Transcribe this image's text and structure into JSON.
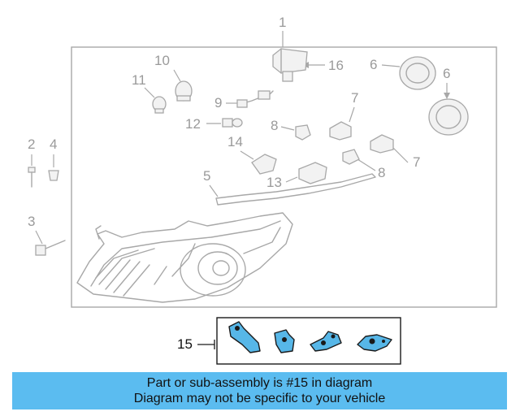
{
  "callouts": {
    "c1": "1",
    "c2": "2",
    "c3": "3",
    "c4": "4",
    "c5": "5",
    "c6a": "6",
    "c6b": "6",
    "c7a": "7",
    "c7b": "7",
    "c8a": "8",
    "c8b": "8",
    "c9": "9",
    "c10": "10",
    "c11": "11",
    "c12": "12",
    "c13": "13",
    "c14": "14",
    "c15": "15",
    "c16": "16"
  },
  "banner": {
    "line1": "Part or sub-assembly is #15 in diagram",
    "line2": "Diagram may not be specific to your vehicle"
  },
  "colors": {
    "banner_bg": "#5bbcf0",
    "highlight_part": "#57b7e8",
    "line_art": "#a8a8a8"
  }
}
